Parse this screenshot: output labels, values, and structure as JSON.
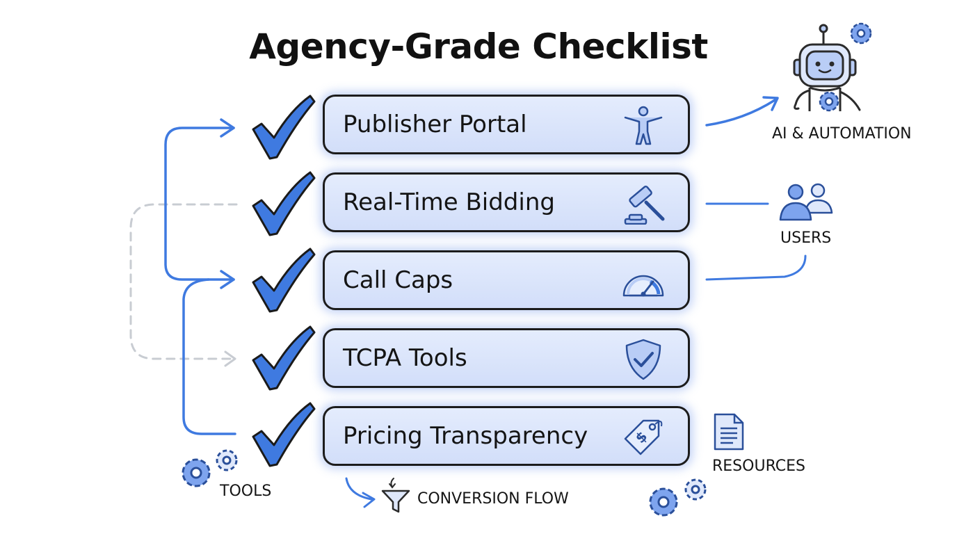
{
  "title": "Agency-Grade Checklist",
  "items": [
    {
      "label": "Publisher Portal",
      "icon": "person-icon"
    },
    {
      "label": "Real-Time Bidding",
      "icon": "gavel-icon"
    },
    {
      "label": "Call Caps",
      "icon": "gauge-icon"
    },
    {
      "label": "TCPA Tools",
      "icon": "shield-check-icon"
    },
    {
      "label": "Pricing Transparency",
      "icon": "price-tag-icon"
    }
  ],
  "labels": {
    "ai": "AI & AUTOMATION",
    "users": "USERS",
    "resources": "RESOURCES",
    "tools": "TOOLS",
    "conversion": "CONVERSION FLOW"
  },
  "colors": {
    "accent": "#3f7ae0",
    "card_fill": "#dbe5fb",
    "card_border": "#1c1c1c",
    "dashed": "#c8ccd2"
  }
}
